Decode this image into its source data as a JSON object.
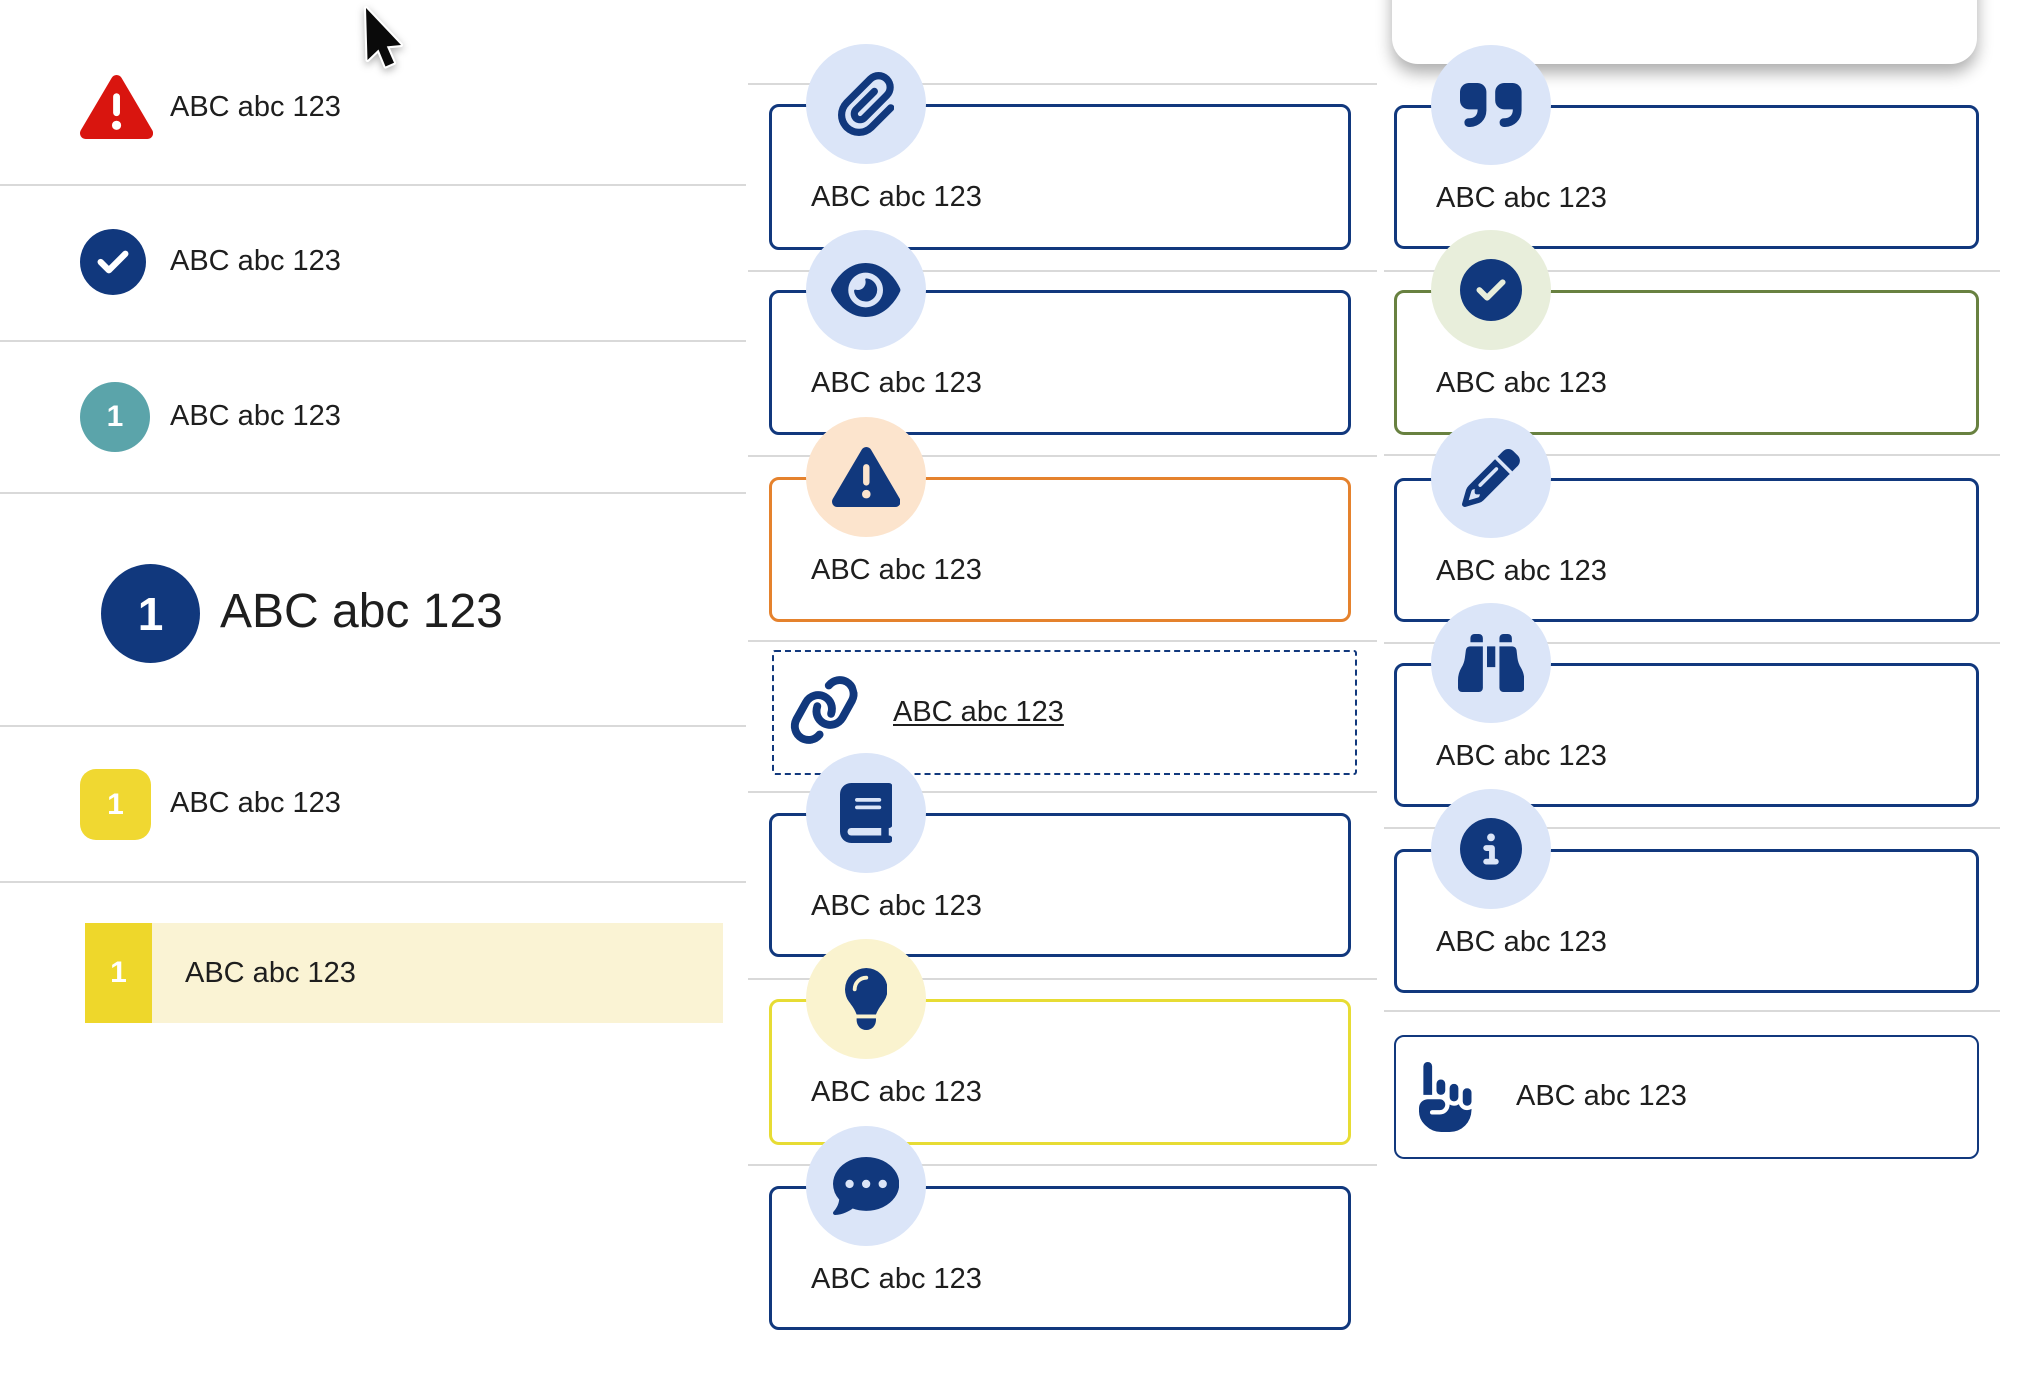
{
  "colors": {
    "navy": "#11387d",
    "light_blue": "#dbe5f8",
    "red": "#d9150f",
    "teal": "#5ba4aa",
    "gold": "#f0d831",
    "gold_block": "#eed72b",
    "cream": "#faf3d4",
    "orange": "#e5822d",
    "peach": "#fce4cd",
    "pale_yellow": "#faf3cf",
    "yellow_border": "#e7dc34",
    "olive": "#688140",
    "pale_green": "#e8eedb",
    "divider": "#d9d9d9",
    "text": "#1e1e1e"
  },
  "left_list": {
    "items": [
      {
        "icon": "warning-triangle",
        "label": "ABC abc 123"
      },
      {
        "icon": "check-circle",
        "label": "ABC abc 123"
      },
      {
        "badge": "1",
        "label": "ABC abc 123"
      },
      {
        "badge": "1",
        "label": "ABC abc 123"
      },
      {
        "badge": "1",
        "label": "ABC abc 123"
      },
      {
        "badge": "1",
        "label": "ABC abc 123"
      }
    ]
  },
  "middle_list": {
    "items": [
      {
        "icon": "paperclip",
        "label": "ABC abc 123"
      },
      {
        "icon": "eye",
        "label": "ABC abc 123"
      },
      {
        "icon": "warning-triangle",
        "label": "ABC abc 123"
      },
      {
        "icon": "link",
        "label": "ABC abc 123"
      },
      {
        "icon": "book",
        "label": "ABC abc 123"
      },
      {
        "icon": "lightbulb",
        "label": "ABC abc 123"
      },
      {
        "icon": "comment-dots",
        "label": "ABC abc 123"
      }
    ]
  },
  "right_list": {
    "items": [
      {
        "icon": "quote-right",
        "label": "ABC abc 123"
      },
      {
        "icon": "check-circle",
        "label": "ABC abc 123"
      },
      {
        "icon": "pencil",
        "label": "ABC abc 123"
      },
      {
        "icon": "binoculars",
        "label": "ABC abc 123"
      },
      {
        "icon": "info-circle",
        "label": "ABC abc 123"
      },
      {
        "icon": "hand-point-up",
        "label": "ABC abc 123"
      }
    ]
  }
}
